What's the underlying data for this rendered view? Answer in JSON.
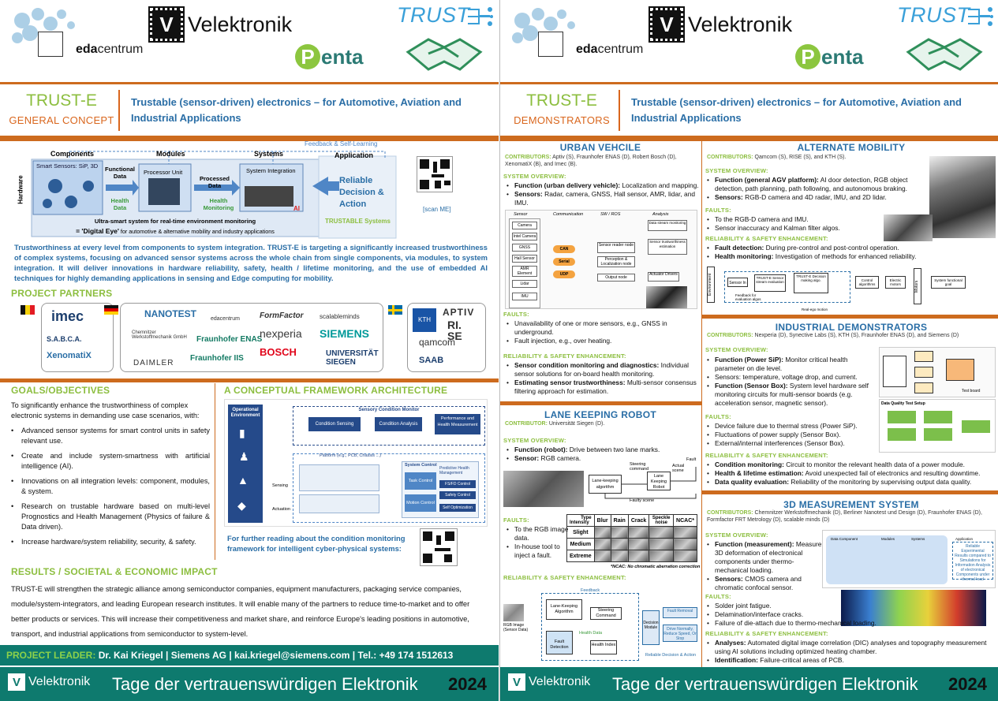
{
  "header": {
    "eda_logo": {
      "part1": "eda",
      "part2": "centrum"
    },
    "velektronik": "Velektronik",
    "penta": "enta",
    "penta_p": "P",
    "trust_logo": "TRUST"
  },
  "left": {
    "title": "TRUST-E",
    "subtitle": "GENERAL CONCEPT",
    "headline": "Trustable (sensor-driven) electronics – for Automotive, Aviation and Industrial Applications",
    "hw_figure": {
      "col_components": "Components",
      "col_modules": "Modules",
      "col_systems": "Systems",
      "col_application": "Application",
      "feedback": "Feedback & Self-Learning",
      "hardware": "Hardware",
      "smart_sensors": "Smart Sensors: SiP, 3D",
      "functional_data": "Functional Data",
      "health_data": "Health Data",
      "processor_unit": "Processor Unit",
      "processed_data": "Processed Data",
      "health_monitoring": "Health Monitoring",
      "system_integration": "System Integration",
      "ai": "AI",
      "reliable": "Reliable Decision & Action",
      "trustable": "TRUSTABLE Systems",
      "caption1": "Ultra-smart system for real-time environment monitoring",
      "caption2": "= 'Digital Eye'",
      "caption3": " for automotive & alternative mobility and industry applications",
      "scan": "[scan ME]"
    },
    "intro": "Trustworthiness at every level from components to system integration. TRUST-E is targeting a significantly increased trustworthiness of complex systems, focusing on advanced sensor systems across the whole chain from single components, via modules, to system integration. It will deliver innovations in hardware reliability, safety, health / lifetime monitoring, and the use of embedded AI techniques for highly demanding applications in sensing and Edge computing for mobility.",
    "partners_heading": "PROJECT PARTNERS",
    "partners": {
      "be": [
        "imec",
        "S.A.B.C.A.",
        "XenomatiX"
      ],
      "de": [
        "NANOTEST",
        "edacentrum",
        "FormFactor",
        "scalableminds",
        "Chemnitzer Werkstoffmechanik GmbH",
        "Fraunhofer ENAS",
        "nexperia",
        "SIEMENS",
        "BOSCH",
        "DAIMLER",
        "Fraunhofer IIS",
        "UNIVERSITÄT SIEGEN"
      ],
      "se": [
        "KTH",
        "APTIV",
        "RI. SE",
        "qamcom",
        "SAAB"
      ]
    },
    "goals_heading": "GOALS/OBJECTIVES",
    "goals_intro": "To significantly enhance the trustworthiness of complex electronic systems in demanding use case scenarios, with:",
    "goals": [
      "Advanced sensor systems for smart control units in safety relevant use.",
      "Create and include system-smartness with artificial intelligence (AI).",
      "Innovations on all integration levels: component, modules, & system.",
      "Research on trustable hardware based on multi-level Prognostics and Health Management (Physics of failure & Data driven).",
      "Increase hardware/system reliability, security, & safety."
    ],
    "framework_heading": "A CONCEPTUAL FRAMEWORK ARCHITECTURE",
    "framework": {
      "op_env": "Operational Environment",
      "scm": "Sensory Condition Monitor",
      "cond_sensing": "Condition Sensing",
      "cond_analysis": "Condition Analysis",
      "perf_health": "Performance and Health Measurement",
      "platform": "Platform (e.g., PCB, Chassis ...)",
      "sensing": "Sensing",
      "actuation": "Actuation",
      "system_control": "System Control",
      "task_control": "Task Control",
      "motion_control": "Motion Control",
      "predictive": "Predictive Health Management",
      "fsfd": "FS/FD Control",
      "safety": "Safety Control",
      "self_opt": "Self Optimization"
    },
    "further": "For further reading about the condition monitoring framework for intelligent cyber-physical systems:",
    "results_heading": "RESULTS / SOCIETAL & ECONOMIC IMPACT",
    "results": "TRUST-E will strengthen the strategic alliance among semiconductor companies, equipment manufacturers, packaging service companies, module/system-integrators, and leading European research institutes. It will enable many of the partners to reduce time-to-market and to offer better products or services. This will increase their competitiveness and market share, and reinforce Europe's leading positions in automotive, transport, and industrial applications from semiconductor to system-level.",
    "leader_label": "PROJECT LEADER:",
    "leader_text": "Dr. Kai Kriegel   |   Siemens AG   |   kai.kriegel@siemens.com   |  Tel.: +49 174 1512613"
  },
  "right": {
    "title": "TRUST-E",
    "subtitle": "DEMONSTRATORS",
    "headline": "Trustable (sensor-driven) electronics – for Automotive, Aviation and Industrial Applications",
    "urban": {
      "heading": "URBAN VEHCILE",
      "contrib_label": "CONTRIBUTORS:",
      "contrib": " Aptiv (S), Fraunhofer ENAS (D), Robert Bosch (D), XenomatiX (B), and Imec (B).",
      "overview": "SYSTEM OVERVIEW:",
      "items": [
        {
          "b": "Function (urban delivery vehicle):",
          "t": " Localization and mapping."
        },
        {
          "b": "Sensors:",
          "t": " Radar, camera, GNSS, Hall sensor, AMR, lidar, and IMU."
        }
      ],
      "diagram": [
        "Sensor",
        "Communication",
        "SW / ROS",
        "Analysis",
        "Camera",
        "Intel Camera",
        "GNSS",
        "Hall Sensor",
        "AMR Element",
        "Lidar",
        "IMU",
        "CAN",
        "Serial",
        "UDP",
        "Sensor reader node",
        "Perception & Localization node",
        "Output node",
        "Data stream monitoring",
        "Sensor trustworthiness estimation",
        "Actuator Drivers"
      ],
      "faults_h": "FAULTS:",
      "faults": [
        "Unavailability of one or more sensors, e.g., GNSS in underground.",
        "Fault injection, e.g., over heating."
      ],
      "rel_h": "RELIABILITY & SAFETY ENHANCEMENT:",
      "rel": [
        {
          "b": "Sensor condition monitoring and diagnostics:",
          "t": " Individual sensor solutions for on-board health monitoring."
        },
        {
          "b": "Estimating sensor trustworthiness:",
          "t": " Multi-sensor consensus filtering approach for estimation."
        }
      ]
    },
    "lane": {
      "heading": "LANE KEEPING ROBOT",
      "contrib_label": "CONTRIBUTOR:",
      "contrib": " Universität Siegen (D).",
      "overview": "SYSTEM OVERVIEW:",
      "items": [
        {
          "b": "Function (robot):",
          "t": " Drive between two lane marks."
        },
        {
          "b": "Sensor:",
          "t": " RGB camera."
        }
      ],
      "diagram": [
        "Steering command",
        "Lane-keeping algorithm",
        "Lane Keeping Robot",
        "Actual scene",
        "Faulty scene",
        "Fault"
      ],
      "faults_h": "FAULTS:",
      "faults": [
        "To the RGB image data.",
        "In-house tool to inject a fault."
      ],
      "table_head": [
        "Type",
        "Intensity",
        "Blur",
        "Rain",
        "Crack",
        "Speckle noise",
        "NCAC*"
      ],
      "table_rows": [
        "Slight",
        "Medium",
        "Extreme"
      ],
      "table_note": "*NCAC: No chromatic aberration correction",
      "rel_h": "RELIABILITY & SAFETY ENHANCEMENT:",
      "rel_diagram": [
        "Feedback",
        "RGB Image (Sensor Data)",
        "Lane-Keeping Algorithm",
        "Steering Command",
        "Health Data",
        "Fault Detection",
        "Health Index",
        "Decision Module",
        "Fault Removal",
        "Drive Normally, Reduce Speed, Or Stop",
        "Reliable Decision & Action"
      ]
    },
    "alt": {
      "heading": "ALTERNATE MOBILITY",
      "contrib_label": "CONTRIBUTORS:",
      "contrib": " Qamcom (S), RISE (S), and KTH (S).",
      "overview": "SYSTEM OVERVIEW:",
      "items": [
        {
          "b": "Function (general AGV platform):",
          "t": " AI door detection, RGB object detection, path planning, path following, and autonomous braking."
        },
        {
          "b": "Sensors:",
          "t": " RGB-D camera and 4D radar, IMU, and 2D lidar."
        }
      ],
      "faults_h": "FAULTS:",
      "faults": [
        "To the RGB-D camera and IMU.",
        "Sensor inaccuracy and Kalman filter algos."
      ],
      "rel_h": "RELIABILITY & SAFETY ENHANCEMENT:",
      "rel": [
        {
          "b": "Fault detection:",
          "t": " During pre-control and post-control operation."
        },
        {
          "b": "Health monitoring:",
          "t": " Investigation of methods for enhanced reliability."
        }
      ],
      "diagram": [
        "Environment",
        "Sensor In",
        "TRUST-E Sensor stream evaluation",
        "TRUST-E Decision making algo.",
        "Control algorithms",
        "Electric motors",
        "Motors",
        "System functional goal",
        "Feedback for evaluation algos",
        "Real-ego motion"
      ]
    },
    "ind": {
      "heading": "INDUSTRIAL DEMONSTRATORS",
      "contrib_label": "CONTRIBUTORS:",
      "contrib": " Nexperia (D), Synective Labs (S), KTH (S), Fraunhofer ENAS (D), and Siemens (D)",
      "overview": "SYSTEM OVERVIEW:",
      "items": [
        {
          "b": "Function (Power SiP):",
          "t": " Monitor critical health parameter on die level."
        },
        {
          "b": "",
          "t": "Sensors: temperature, voltage drop, and current."
        },
        {
          "b": "Function (Sensor Box):",
          "t": " System level hardware self monitoring circuits for multi-sensor boards (e.g. acceleration sensor, magnetic sensor)."
        }
      ],
      "faults_h": "FAULTS:",
      "faults": [
        "Device failure due to thermal stress (Power SiP).",
        "Fluctuations of power supply (Sensor Box).",
        "External/internal  interferences  (Sensor Box)."
      ],
      "rel_h": "RELIABILITY & SAFETY ENHANCEMENT:",
      "rel": [
        {
          "b": "Condition monitoring:",
          "t": " Circuit to  monitor the relevant health data of a power module."
        },
        {
          "b": "Health & lifetime estimation:",
          "t": " Avoid unexpected fail of electronics and resulting downtime."
        },
        {
          "b": "Data quality evaluation:",
          "t": " Reliability of the monitoring by supervising output data quality."
        }
      ],
      "diagram": [
        "Data Quality Test Setup",
        "Test board"
      ]
    },
    "meas": {
      "heading": "3D MEASUREMENT SYSTEM",
      "contrib_label": "CONTRIBUTORS:",
      "contrib": " Chemnitzer Werkstoffmechanik (D), Berliner Nanotest und Design (D), Fraunhofer ENAS (D), Formfactor FRT Metrology (D), scalable minds (D)",
      "overview": "SYSTEM OVERVIEW:",
      "items": [
        {
          "b": "Function (measurement):",
          "t": " Measure 3D deformation of electronical components under thermo-mechanical loading."
        },
        {
          "b": "Sensors:",
          "t": " CMOS camera and chromatic confocal sensor."
        }
      ],
      "faults_h": "FAULTS:",
      "faults": [
        "Solder joint fatigue.",
        "Delamination/interface cracks.",
        "Failure of die-attach due to thermo-mechanical loading."
      ],
      "rel_h": "RELIABILITY & SAFETY ENHANCEMENT:",
      "rel": [
        {
          "b": "Analyses:",
          "t": " Automated digital image correlation (DIC) analyses and topography measurement using AI solutions including optimized heating chamber."
        },
        {
          "b": "Identification:",
          "t": " Failure-critical areas of PCB."
        }
      ],
      "diagram": [
        "Data Component",
        "Modules",
        "Systems",
        "Application",
        "Reliable Experimental Results compared to Simulations for Information Analysis of electronical Components under thermal load"
      ]
    }
  },
  "footer": {
    "velek": "Velektronik",
    "title": "Tage der vertrauenswürdigen Elektronik",
    "year": "2024"
  },
  "colors": {
    "orange": "#cd6b1e",
    "green": "#8cbe3f",
    "blue": "#2a6ea6",
    "teal": "#0e7a6e"
  }
}
